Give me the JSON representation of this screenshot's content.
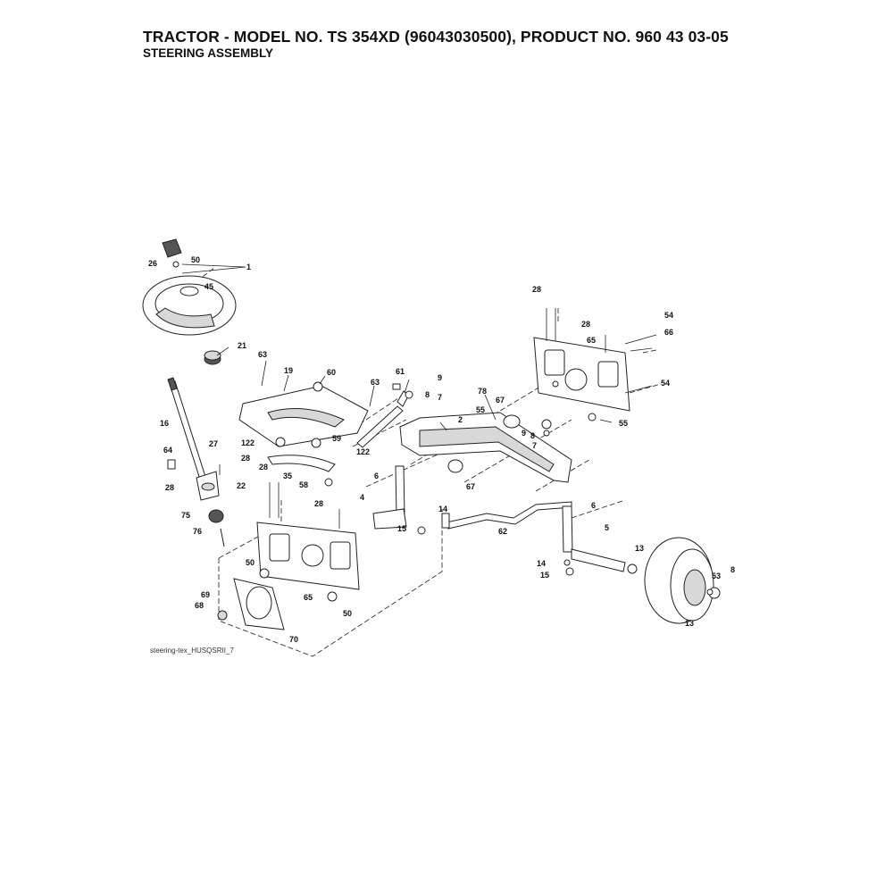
{
  "header": {
    "title": "TRACTOR - MODEL NO. TS 354XD (96043030500), PRODUCT NO. 960 43 03-05",
    "subtitle": "STEERING ASSEMBLY"
  },
  "figure_id": "steering-tex_HUSQSRII_7",
  "callouts": [
    "26",
    "50",
    "1",
    "45",
    "21",
    "63",
    "19",
    "60",
    "63",
    "16",
    "64",
    "27",
    "28",
    "28",
    "22",
    "122",
    "59",
    "122",
    "35",
    "58",
    "28",
    "75",
    "76",
    "28",
    "50",
    "69",
    "68",
    "65",
    "50",
    "70",
    "61",
    "9",
    "8",
    "7",
    "2",
    "78",
    "55",
    "67",
    "9",
    "8",
    "7",
    "6",
    "67",
    "4",
    "14",
    "15",
    "62",
    "28",
    "28",
    "65",
    "54",
    "66",
    "54",
    "55",
    "6",
    "5",
    "14",
    "15",
    "13",
    "13",
    "53",
    "8"
  ]
}
